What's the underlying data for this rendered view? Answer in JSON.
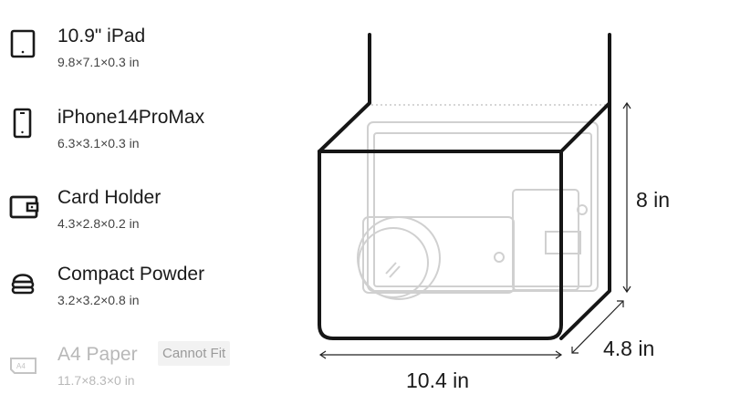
{
  "items": [
    {
      "name": "10.9\" iPad",
      "dims": "9.8×7.1×0.3 in",
      "icon": "tablet-icon",
      "fits": true
    },
    {
      "name": "iPhone14ProMax",
      "dims": "6.3×3.1×0.3 in",
      "icon": "phone-icon",
      "fits": true
    },
    {
      "name": "Card Holder",
      "dims": "4.3×2.8×0.2 in",
      "icon": "wallet-icon",
      "fits": true
    },
    {
      "name": "Compact Powder",
      "dims": "3.2×3.2×0.8 in",
      "icon": "compact-powder-icon",
      "fits": true
    },
    {
      "name": "A4 Paper",
      "dims": "11.7×8.3×0 in",
      "icon": "a4-paper-icon",
      "icon_text": "A4",
      "fits": false,
      "badge": "Cannot Fit"
    }
  ],
  "box": {
    "width_label": "10.4 in",
    "height_label": "8 in",
    "depth_label": "4.8 in"
  },
  "colors": {
    "primary": "#1a1a1a",
    "muted": "#b8b8b8",
    "badge_bg": "#f2f2f2"
  }
}
